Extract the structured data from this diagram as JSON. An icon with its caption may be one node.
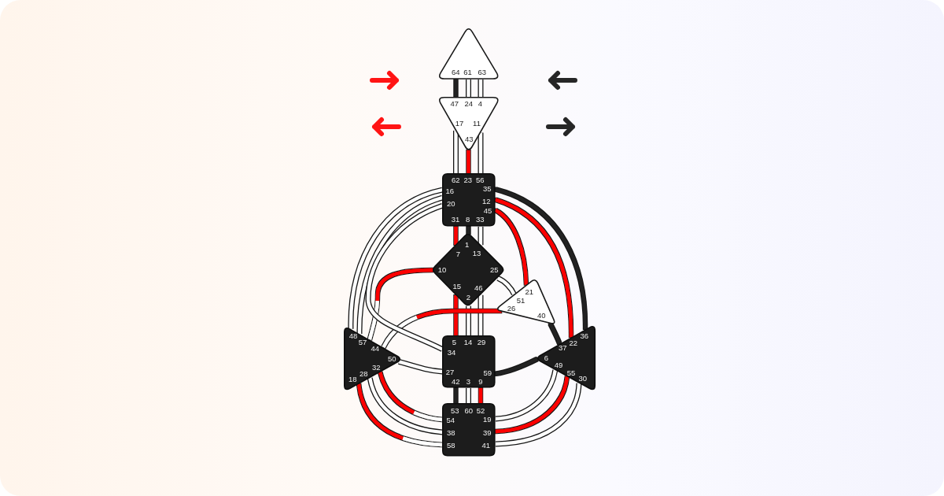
{
  "diagram": {
    "nodes": [
      {
        "text": [
          "64",
          "61",
          "63"
        ]
      },
      {
        "text": [
          "47",
          "24",
          "4",
          "17",
          "11",
          "43"
        ]
      },
      {
        "text": [
          "62",
          "23",
          "56",
          "16",
          "35",
          "20",
          "12",
          "45",
          "31",
          "8",
          "33"
        ]
      },
      {
        "text": [
          "1",
          "13",
          "7",
          "10",
          "25",
          "15",
          "46",
          "2"
        ]
      },
      {
        "text": [
          "21",
          "51",
          "26",
          "40"
        ]
      },
      {
        "text": [
          "48",
          "57",
          "44",
          "50",
          "32",
          "28",
          "18"
        ]
      },
      {
        "text": [
          "5",
          "14",
          "29",
          "34",
          "27",
          "59",
          "42",
          "3",
          "9"
        ]
      },
      {
        "text": [
          "36",
          "22",
          "37",
          "6",
          "49",
          "55",
          "30"
        ]
      },
      {
        "text": [
          "53",
          "60",
          "52",
          "54",
          "19",
          "38",
          "39",
          "58",
          "41"
        ]
      }
    ],
    "edges": [
      {
        "from": 0,
        "to": 1,
        "arrow": "none",
        "color": "#222222"
      },
      {
        "from": 0,
        "to": 1,
        "arrow": "none"
      },
      {
        "from": 0,
        "to": 1,
        "arrow": "none"
      },
      {
        "from": 1,
        "to": 2,
        "arrow": "none"
      },
      {
        "from": 2,
        "to": 1,
        "arrow": "none",
        "color": "#ff0000"
      },
      {
        "from": 1,
        "to": 2,
        "arrow": "none"
      },
      {
        "from": 2,
        "to": 5,
        "arrow": "none"
      },
      {
        "from": 5,
        "to": 2,
        "arrow": "none"
      },
      {
        "from": 2,
        "to": 6,
        "arrow": "none"
      },
      {
        "from": 2,
        "to": 7,
        "arrow": "none",
        "color": "#222222"
      },
      {
        "from": 2,
        "to": 7,
        "arrow": "none",
        "color": "#ff0000"
      },
      {
        "from": 2,
        "to": 4,
        "arrow": "none",
        "color": "#ff0000"
      },
      {
        "from": 2,
        "to": 3,
        "arrow": "none",
        "color": "#ff0000"
      },
      {
        "from": 3,
        "to": 2,
        "arrow": "none",
        "color": "#222222"
      },
      {
        "from": 2,
        "to": 3,
        "arrow": "none"
      },
      {
        "from": 3,
        "to": 5,
        "arrow": "none",
        "color": "#ff0000"
      },
      {
        "from": 3,
        "to": 4,
        "arrow": "none"
      },
      {
        "from": 3,
        "to": 6,
        "arrow": "none",
        "color": "#ff0000"
      },
      {
        "from": 3,
        "to": 6,
        "arrow": "none"
      },
      {
        "from": 3,
        "to": 6,
        "arrow": "none"
      },
      {
        "from": 4,
        "to": 5,
        "arrow": "none",
        "color": "#ff0000"
      },
      {
        "from": 7,
        "to": 4,
        "arrow": "none",
        "color": "#222222"
      },
      {
        "from": 5,
        "to": 6,
        "arrow": "none"
      },
      {
        "from": 7,
        "to": 6,
        "arrow": "none",
        "color": "#222222"
      },
      {
        "from": 8,
        "to": 6,
        "arrow": "none",
        "color": "#222222"
      },
      {
        "from": 6,
        "to": 8,
        "arrow": "none"
      },
      {
        "from": 6,
        "to": 8,
        "arrow": "none",
        "color": "#ff0000"
      },
      {
        "from": 5,
        "to": 8,
        "arrow": "none",
        "color": "#ff0000"
      },
      {
        "from": 5,
        "to": 8,
        "arrow": "none"
      },
      {
        "from": 5,
        "to": 8,
        "arrow": "none",
        "color": "#ff0000"
      },
      {
        "from": 8,
        "to": 7,
        "arrow": "none"
      },
      {
        "from": 8,
        "to": 7,
        "arrow": "none",
        "color": "#ff0000"
      },
      {
        "from": 8,
        "to": 7,
        "arrow": "none"
      }
    ]
  }
}
